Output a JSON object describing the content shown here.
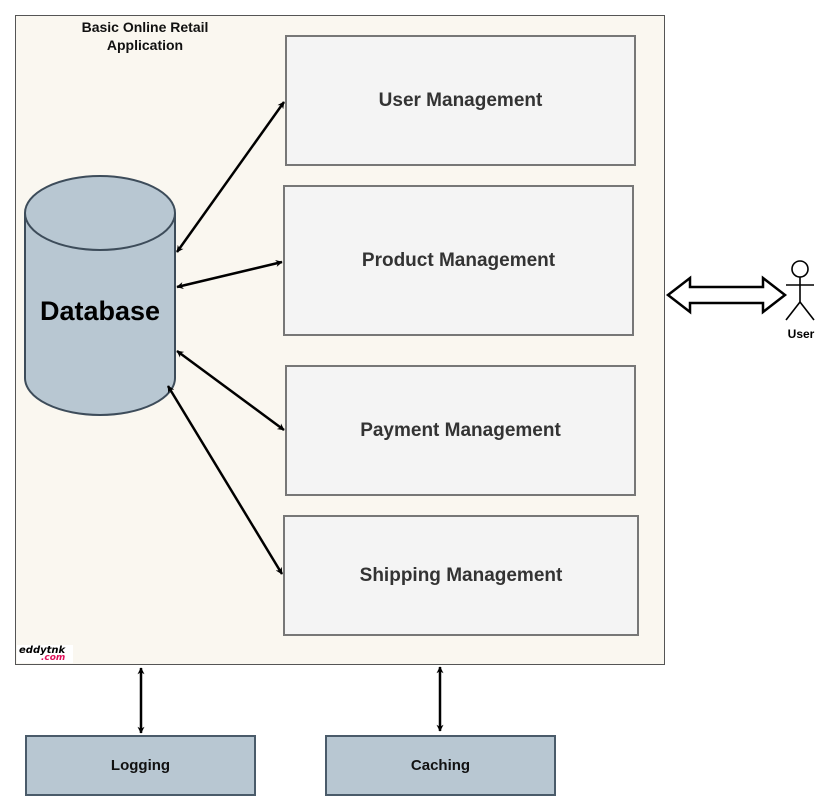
{
  "container": {
    "title": "Basic Online Retail Application"
  },
  "database": {
    "label": "Database"
  },
  "modules": [
    {
      "label": "User Management"
    },
    {
      "label": "Product Management"
    },
    {
      "label": "Payment Management"
    },
    {
      "label": "Shipping Management"
    }
  ],
  "external": {
    "logging": "Logging",
    "caching": "Caching"
  },
  "actor": {
    "label": "User"
  },
  "watermark": {
    "top": "eddytnk",
    "bottom": ".com"
  },
  "colors": {
    "container_bg": "#faf7f0",
    "module_bg": "#f4f4f4",
    "database_fill": "#b8c7d2",
    "external_fill": "#b8c7d2"
  }
}
